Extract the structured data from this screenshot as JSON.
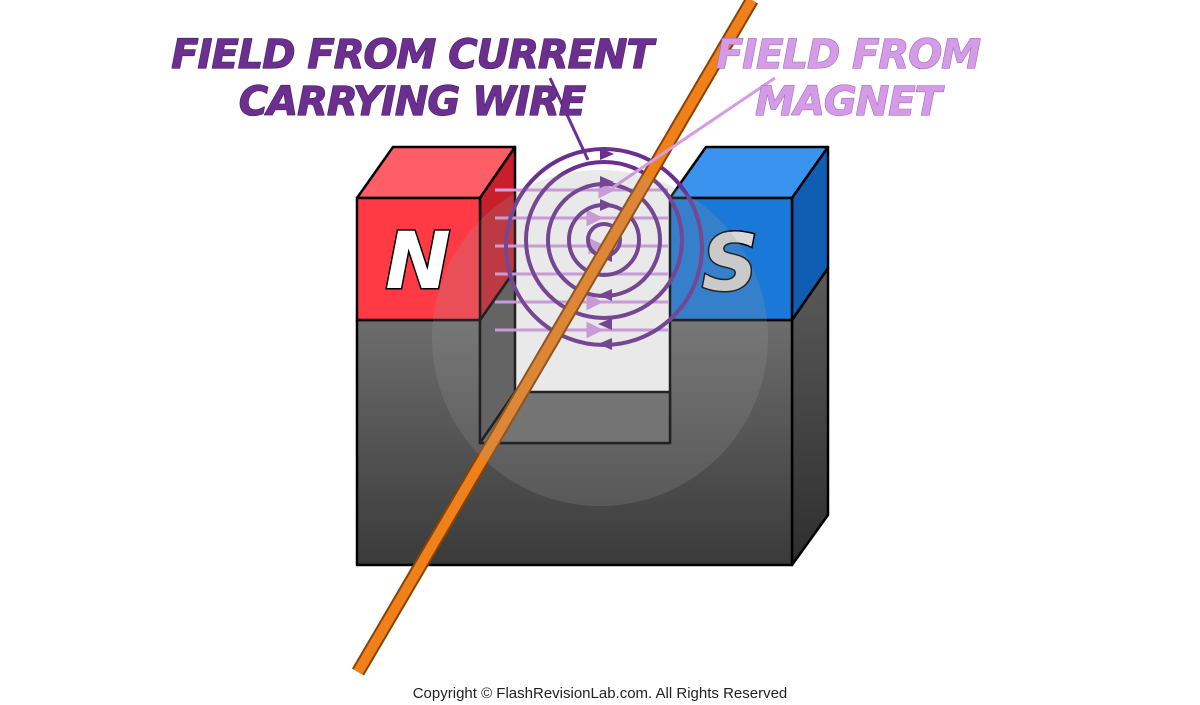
{
  "labels": {
    "wire_field_line1": "FIELD FROM CURRENT",
    "wire_field_line2": "CARRYING WIRE",
    "magnet_field_line1": "FIELD FROM",
    "magnet_field_line2": "MAGNET"
  },
  "poles": {
    "north": "N",
    "south": "S"
  },
  "footer": {
    "copyright": "Copyright © FlashRevisionLab.com. All Rights Reserved"
  },
  "colors": {
    "north_pole": "#ff3a44",
    "south_pole": "#1a78d8",
    "magnet_body": "#4a4a4a",
    "wire": "#f0801a",
    "wire_field": "#6b2f8f",
    "magnet_field": "#d49be6"
  }
}
